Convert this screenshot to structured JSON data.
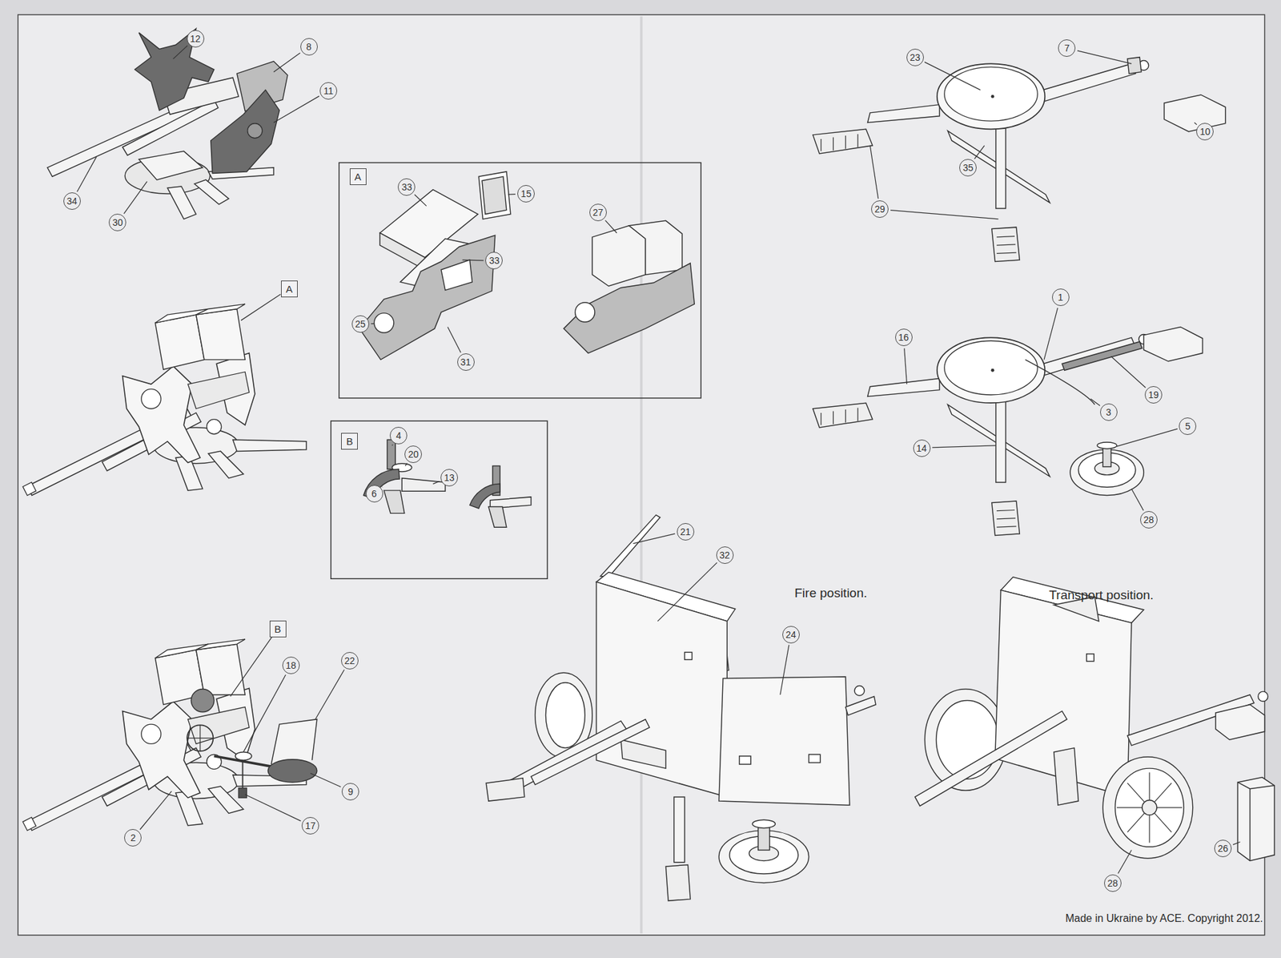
{
  "diagram": {
    "nodes": [
      {
        "text": [
          "12"
        ]
      },
      {
        "text": [
          "8"
        ]
      },
      {
        "text": [
          "11"
        ]
      },
      {
        "text": [
          "34"
        ]
      },
      {
        "text": [
          "30"
        ]
      },
      {
        "text": [
          "A"
        ]
      },
      {
        "text": [
          "A"
        ]
      },
      {
        "text": [
          "33"
        ]
      },
      {
        "text": [
          "15"
        ]
      },
      {
        "text": [
          "33"
        ]
      },
      {
        "text": [
          "27"
        ]
      },
      {
        "text": [
          "25"
        ]
      },
      {
        "text": [
          "31"
        ]
      },
      {
        "text": [
          "B"
        ]
      },
      {
        "text": [
          "4"
        ]
      },
      {
        "text": [
          "20"
        ]
      },
      {
        "text": [
          "13"
        ]
      },
      {
        "text": [
          "6"
        ]
      },
      {
        "text": [
          "B"
        ]
      },
      {
        "text": [
          "18"
        ]
      },
      {
        "text": [
          "22"
        ]
      },
      {
        "text": [
          "9"
        ]
      },
      {
        "text": [
          "17"
        ]
      },
      {
        "text": [
          "2"
        ]
      },
      {
        "text": [
          "23"
        ]
      },
      {
        "text": [
          "7"
        ]
      },
      {
        "text": [
          "10"
        ]
      },
      {
        "text": [
          "35"
        ]
      },
      {
        "text": [
          "29"
        ]
      },
      {
        "text": [
          "1"
        ]
      },
      {
        "text": [
          "16"
        ]
      },
      {
        "text": [
          "19"
        ]
      },
      {
        "text": [
          "3"
        ]
      },
      {
        "text": [
          "5"
        ]
      },
      {
        "text": [
          "14"
        ]
      },
      {
        "text": [
          "28"
        ]
      },
      {
        "text": [
          "21"
        ]
      },
      {
        "text": [
          "32"
        ]
      },
      {
        "text": [
          "24"
        ]
      },
      {
        "text": [
          "26"
        ]
      },
      {
        "text": [
          "28"
        ]
      }
    ],
    "labels": [
      "Fire position.",
      "Transport position.",
      "Made in Ukraine by ACE. Copyright 2012."
    ]
  }
}
